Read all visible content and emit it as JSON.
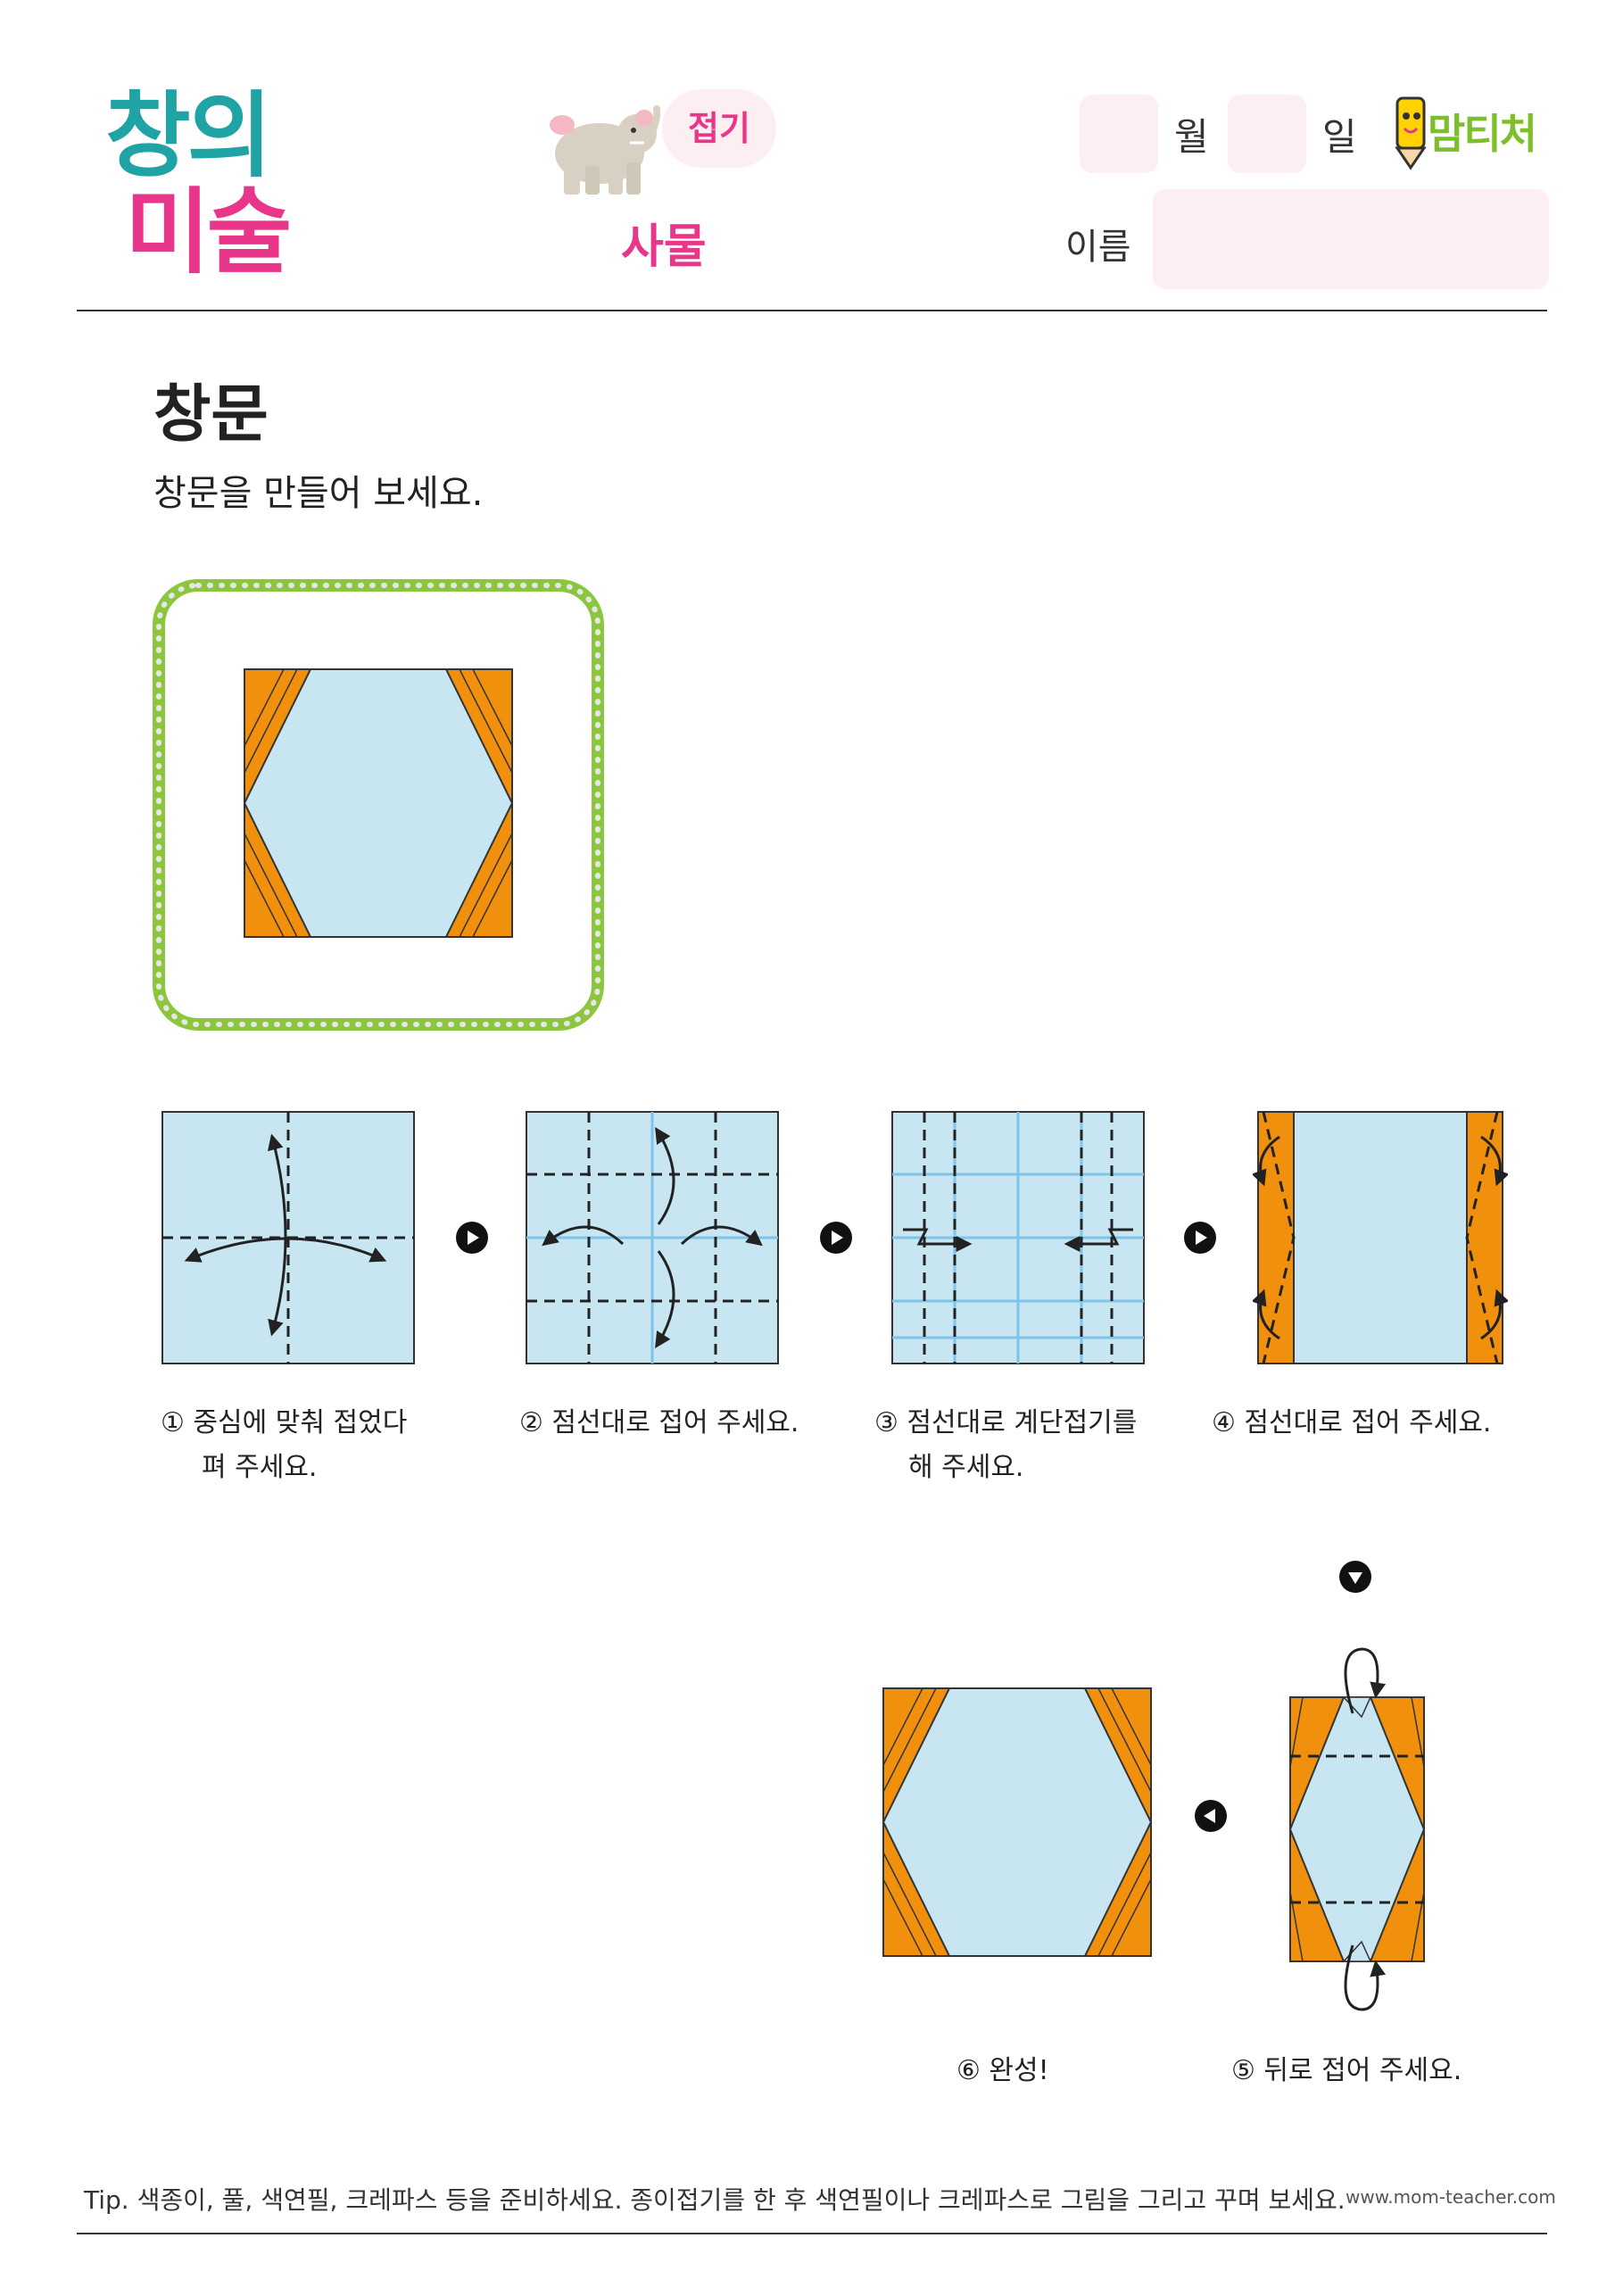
{
  "header": {
    "logo_line1": "창의",
    "logo_line2": "미술",
    "category_bubble": "접기",
    "subject": "사물",
    "month_label": "월",
    "day_label": "일",
    "name_label": "이름",
    "brand": "맘티처"
  },
  "lesson": {
    "title": "창문",
    "subtitle": "창문을 만들어 보세요."
  },
  "steps": [
    {
      "line1": "① 중심에 맞춰 접었다",
      "line2": "펴 주세요."
    },
    {
      "line1": "② 점선대로 접어 주세요.",
      "line2": ""
    },
    {
      "line1": "③ 점선대로 계단접기를",
      "line2": "해 주세요."
    },
    {
      "line1": "④ 점선대로 접어 주세요.",
      "line2": ""
    },
    {
      "line1": "⑤ 뒤로 접어 주세요.",
      "line2": ""
    },
    {
      "line1": "⑥ 완성!",
      "line2": ""
    }
  ],
  "footer": {
    "tip": "Tip. 색종이, 풀, 색연필, 크레파스 등을 준비하세요. 종이접기를 한 후 색연필이나 크레파스로 그림을 그리고 꾸며 보세요.",
    "url": "www.mom-teacher.com"
  },
  "colors": {
    "teal": "#1fa3a4",
    "pink": "#e8378a",
    "paper_blue": "#c7e6f2",
    "orange": "#f0900d",
    "frame_green": "#8cc63f",
    "light_pink": "#fdeef2"
  }
}
